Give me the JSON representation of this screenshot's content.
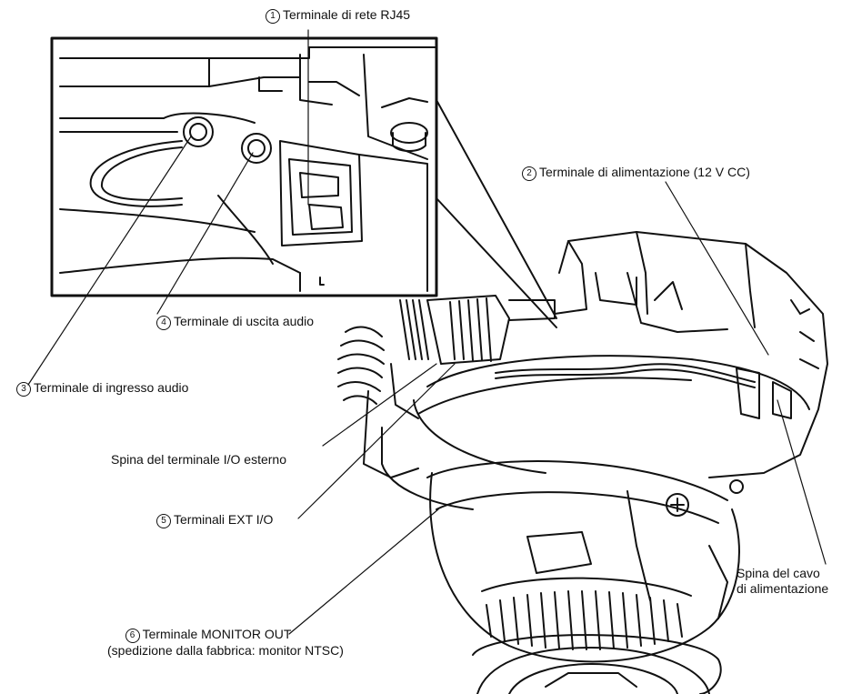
{
  "labels": {
    "rj45": {
      "num": "1",
      "text": "Terminale di rete RJ45"
    },
    "power": {
      "num": "2",
      "text": "Terminale di alimentazione (12 V CC)"
    },
    "audio_in": {
      "num": "3",
      "text": "Terminale di ingresso audio"
    },
    "audio_out": {
      "num": "4",
      "text": "Terminale di uscita audio"
    },
    "ext_io": {
      "num": "5",
      "text": "Terminali EXT I/O"
    },
    "monitor_out": {
      "num": "6",
      "text": "Terminale MONITOR OUT",
      "text2": "(spedizione dalla fabbrica: monitor NTSC)"
    },
    "io_plug": {
      "text": "Spina del terminale I/O esterno"
    },
    "power_plug": {
      "line1": "Spina del cavo",
      "line2": "di alimentazione"
    }
  },
  "colors": {
    "ink": "#111111",
    "background": "#ffffff"
  }
}
